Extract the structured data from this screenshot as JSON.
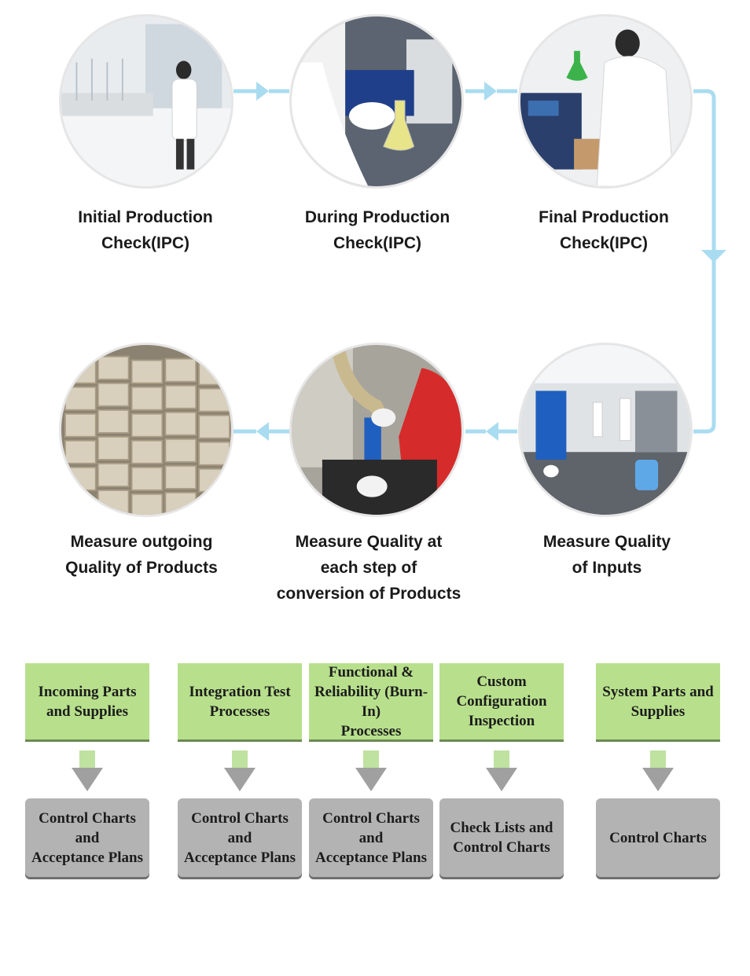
{
  "steps_top": [
    {
      "label": "Initial Production\nCheck(IPC)",
      "icon": "lab-technician-photo"
    },
    {
      "label": "During Production\nCheck(IPC)",
      "icon": "flask-inspection-photo"
    },
    {
      "label": "Final Production\nCheck(IPC)",
      "icon": "green-flask-testing-photo"
    }
  ],
  "steps_bottom": [
    {
      "label": "Measure outgoing\nQuality of Products",
      "icon": "warehouse-boxes-photo"
    },
    {
      "label": "Measure Quality at\neach step of\nconversion of Products",
      "icon": "hose-filling-photo"
    },
    {
      "label": "Measure Quality\nof Inputs",
      "icon": "factory-floor-photo"
    }
  ],
  "processes": [
    {
      "stage": "Incoming Parts\nand Supplies",
      "method": "Control Charts and\nAcceptance Plans"
    },
    {
      "stage": "Integration Test\nProcesses",
      "method": "Control Charts and\nAcceptance Plans"
    },
    {
      "stage": "Functional &\nReliability (Burn-In)\nProcesses",
      "method": "Control Charts and\nAcceptance Plans"
    },
    {
      "stage": "Custom\nConfiguration\nInspection",
      "method": "Check Lists and\nControl Charts"
    },
    {
      "stage": "System Parts and\nSupplies",
      "method": "Control Charts"
    }
  ],
  "colors": {
    "flow_arrow": "#a9dcf0",
    "stage_box": "#b8e08c",
    "method_box": "#b3b3b3",
    "down_arrow_head": "#a0a0a0",
    "down_arrow_stem": "#bfe2a0"
  }
}
